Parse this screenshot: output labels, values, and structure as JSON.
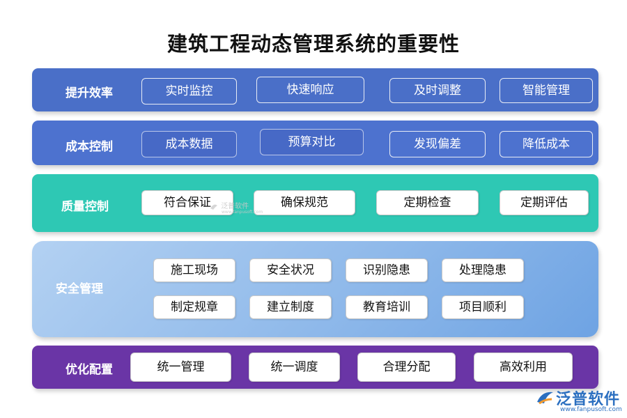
{
  "title": "建筑工程动态管理系统的重要性",
  "colors": {
    "band_1": "#4a6fc8",
    "band_2": "#4d72cf",
    "band_3": "#2ec8b4",
    "band_4_from": "#a9c9ee",
    "band_4_to": "#6ea3e3",
    "band_5": "#6a35a6",
    "logo": "#2b6fc0"
  },
  "rows": [
    {
      "label": "提升效率",
      "items": [
        "实时监控",
        "快速响应",
        "及时调整",
        "智能管理"
      ]
    },
    {
      "label": "成本控制",
      "items": [
        "成本数据",
        "预算对比",
        "发现偏差",
        "降低成本"
      ]
    },
    {
      "label": "质量控制",
      "items": [
        "符合保证",
        "确保规范",
        "定期检查",
        "定期评估"
      ]
    },
    {
      "label": "安全管理",
      "items": [
        "施工现场",
        "安全状况",
        "识别隐患",
        "处理隐患",
        "制定规章",
        "建立制度",
        "教育培训",
        "项目顺利"
      ]
    },
    {
      "label": "优化配置",
      "items": [
        "统一管理",
        "统一调度",
        "合理分配",
        "高效利用"
      ]
    }
  ],
  "watermark": {
    "text": "泛普软件",
    "sub": "www.fanpusoft.com"
  },
  "logo": {
    "name": "泛普软件",
    "url": "www.fanpusoft.com",
    "icon": "fanpu-logo-icon"
  }
}
